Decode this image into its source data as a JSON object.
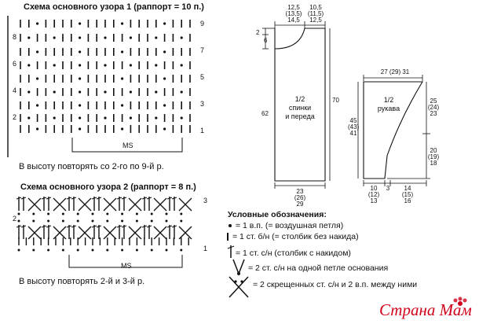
{
  "scheme1": {
    "title": "Схема основного узора 1 (раппорт = 10 п.)",
    "rows_right": [
      "9",
      "7",
      "5",
      "3",
      "1"
    ],
    "rows_left": [
      "8",
      "6",
      "4",
      "2"
    ],
    "ms_label": "MS",
    "repeat_note": "В высоту повторять со 2-го по 9-й р."
  },
  "scheme2": {
    "title": "Схема основного узора 2 (раппорт = 8 п.)",
    "row_right": "3",
    "row_left": "2",
    "row_right_bottom": "1",
    "ms_label": "MS",
    "repeat_note": "В высоту повторять 2-й и 3-й р."
  },
  "body_pattern": {
    "top_left": [
      "12,5",
      "(13,5)",
      "14,5"
    ],
    "top_right": [
      "10,5",
      "(11,5)",
      "12,5"
    ],
    "neck_depth": "2",
    "neck_side": "6",
    "left_height": "62",
    "right_height": "70",
    "label": [
      "1/2",
      "спинки",
      "и переда"
    ],
    "bottom": [
      "23",
      "(26)",
      "29"
    ]
  },
  "sleeve_pattern": {
    "top": "27 (29) 31",
    "label": [
      "1/2",
      "рукава"
    ],
    "left_height": [
      "45",
      "(43)",
      "41"
    ],
    "right_top": [
      "25",
      "(24)",
      "23"
    ],
    "right_bottom": [
      "20",
      "(19)",
      "18"
    ],
    "bottom_a": [
      "10",
      "(12)",
      "13"
    ],
    "bottom_b": [
      "3"
    ],
    "bottom_c": [
      "14",
      "(15)",
      "16"
    ]
  },
  "legend": {
    "title": "Условные обозначения:",
    "items": [
      "= 1 в.п. (= воздушная петля)",
      "= 1 ст. б/н (= столбик без накида)",
      "= 1 ст. с/н (столбик с накидом)",
      "= 2 ст. с/н на одной петле основания",
      "= 2 скрещенных ст. с/н и 2 в.п. между ними"
    ]
  },
  "watermark": "Страна Мам",
  "colors": {
    "ink": "#111111",
    "watermark": "#d0021b"
  }
}
